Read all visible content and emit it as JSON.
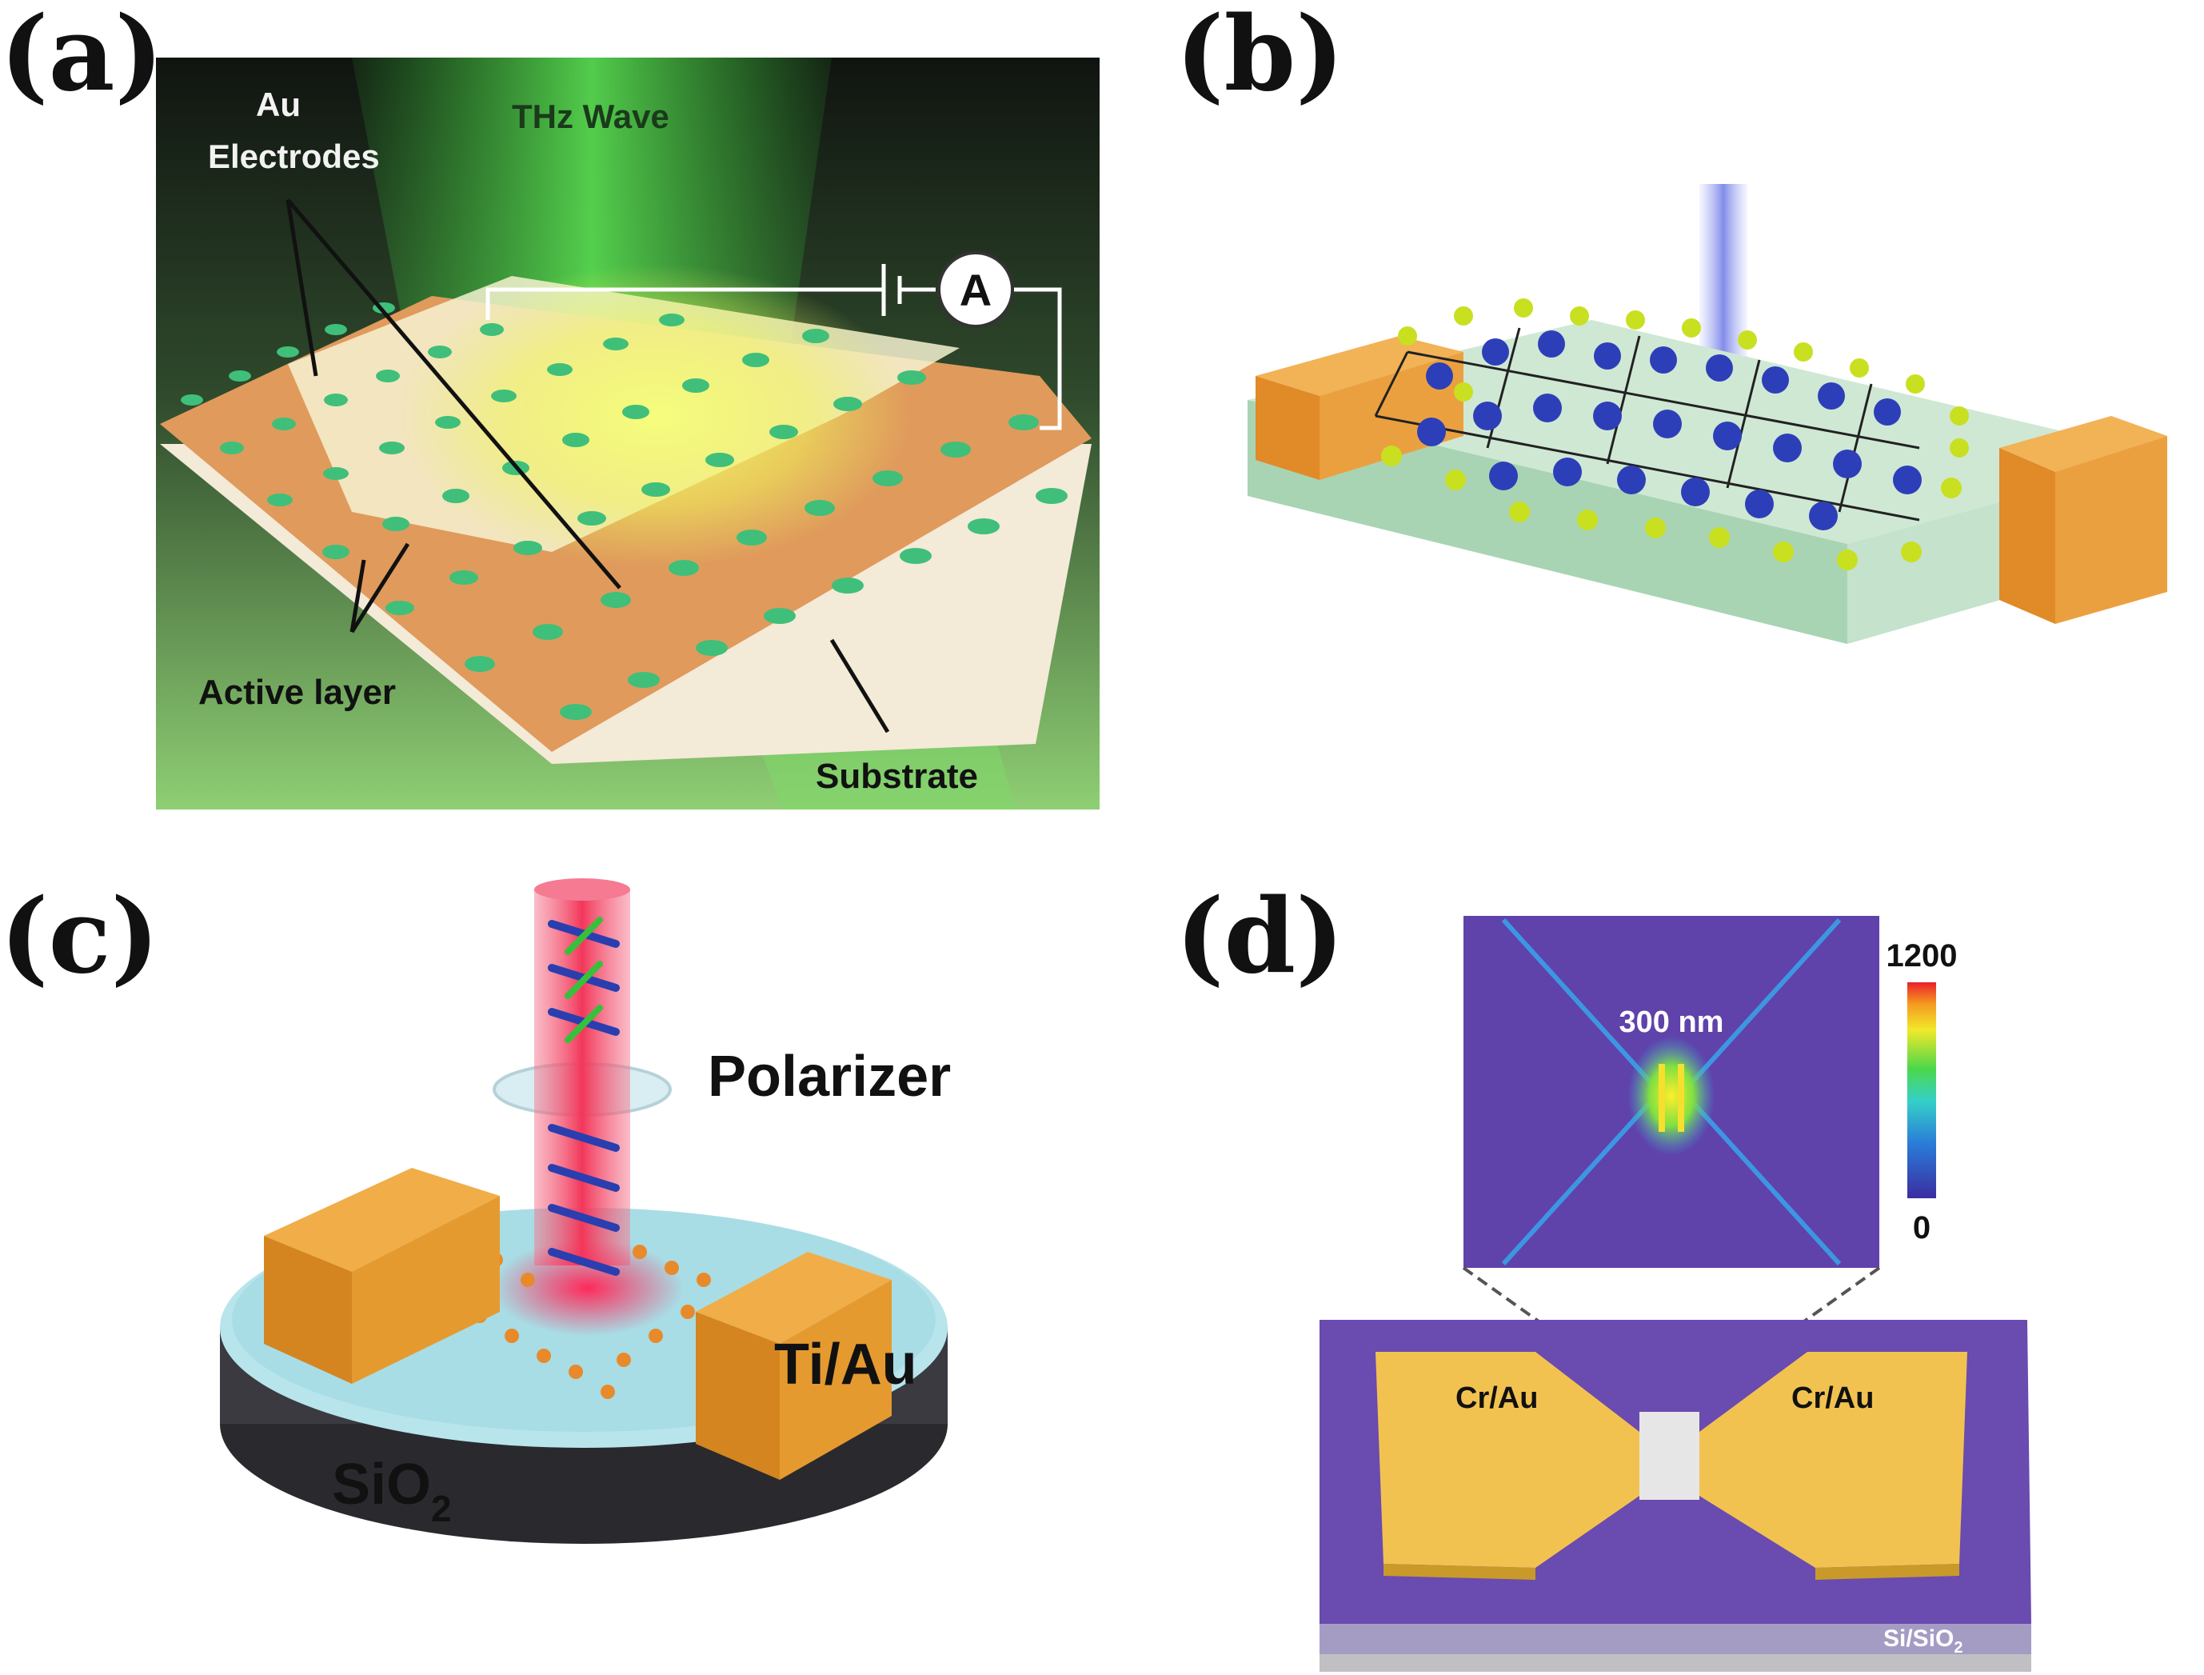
{
  "panels": {
    "a": {
      "letter": "(a)",
      "labels": {
        "au": "Au",
        "electrodes": "Electrodes",
        "thz": "THz Wave",
        "ammeter": "A",
        "active_layer": "Active layer",
        "substrate": "Substrate"
      }
    },
    "b": {
      "letter": "(b)"
    },
    "c": {
      "letter": "(c)",
      "labels": {
        "polarizer": "Polarizer",
        "tiau": "Ti/Au",
        "sio2_main": "SiO",
        "sio2_sub": "2"
      }
    },
    "d": {
      "letter": "(d)",
      "labels": {
        "scale": "300 nm",
        "cbar_max": "1200",
        "cbar_min": "0",
        "crau_left": "Cr/Au",
        "crau_right": "Cr/Au",
        "substrate_main": "Si/SiO",
        "substrate_sub": "2"
      }
    }
  },
  "colors": {
    "gold": "#E8A43A",
    "green": "#4CBF4A",
    "purple": "#6A4BB0",
    "cyan": "#A8DDE6",
    "red": "#F2375A",
    "yellow_green": "#C8E020",
    "navy": "#2033A8"
  }
}
